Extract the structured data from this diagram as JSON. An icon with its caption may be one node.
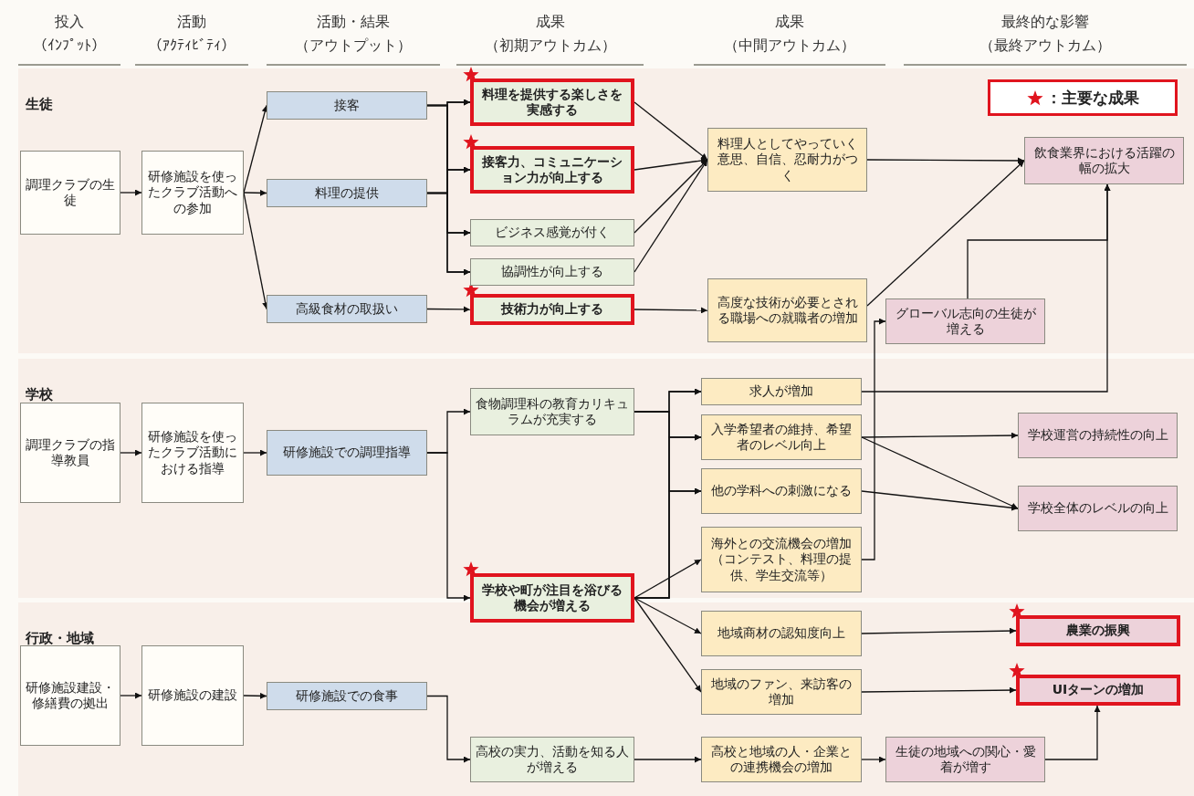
{
  "diagram": {
    "nodes": [
      {
        "text": [
          "生徒"
        ]
      },
      {
        "text": [
          "調理クラブの生徒"
        ],
        "in": 0
      },
      {
        "text": [
          "研修施設を使ったクラブ活動への参加"
        ],
        "in": 0
      },
      {
        "text": [
          "接客"
        ],
        "in": 0
      },
      {
        "text": [
          "料理の提供"
        ],
        "in": 0
      },
      {
        "text": [
          "高級食材の取扱い"
        ],
        "in": 0
      },
      {
        "text": [
          "料理を提供する楽しさを実感する"
        ],
        "in": 0
      },
      {
        "text": [
          "接客力、コミュニケーション力が向上する"
        ],
        "in": 0
      },
      {
        "text": [
          "ビジネス感覚が付く"
        ],
        "in": 0
      },
      {
        "text": [
          "協調性が向上する"
        ],
        "in": 0
      },
      {
        "text": [
          "技術力が向上する"
        ],
        "in": 0
      },
      {
        "text": [
          "料理人としてやっていく意思、自信、忍耐力がつく"
        ],
        "in": 0
      },
      {
        "text": [
          "高度な技術が必要とされる職場への就職者の増加"
        ],
        "in": 0
      },
      {
        "text": [
          "飲食業界における活躍の幅の拡大"
        ],
        "in": 0
      },
      {
        "text": [
          "グローバル志向の生徒が増える"
        ],
        "in": 0
      },
      {
        "text": [
          "学校"
        ]
      },
      {
        "text": [
          "調理クラブの指導教員"
        ],
        "in": 15
      },
      {
        "text": [
          "研修施設を使ったクラブ活動における指導"
        ],
        "in": 15
      },
      {
        "text": [
          "研修施設での調理指導"
        ],
        "in": 15
      },
      {
        "text": [
          "食物調理科の教育カリキュラムが充実する"
        ],
        "in": 15
      },
      {
        "text": [
          "学校や町が注目を浴びる機会が増える"
        ]
      },
      {
        "text": [
          "求人が増加"
        ],
        "in": 15
      },
      {
        "text": [
          "入学希望者の維持、希望者のレベル向上"
        ],
        "in": 15
      },
      {
        "text": [
          "他の学科への刺激になる"
        ],
        "in": 15
      },
      {
        "text": [
          "海外との交流機会の増加（コンテスト、料理の提供、学生交流等）"
        ],
        "in": 15
      },
      {
        "text": [
          "学校運営の持続性の向上"
        ],
        "in": 15
      },
      {
        "text": [
          "学校全体のレベルの向上"
        ],
        "in": 15
      },
      {
        "text": [
          "行政・地域"
        ]
      },
      {
        "text": [
          "研修施設建設・修繕費の拠出"
        ],
        "in": 27
      },
      {
        "text": [
          "研修施設の建設"
        ],
        "in": 27
      },
      {
        "text": [
          "研修施設での食事"
        ],
        "in": 27
      },
      {
        "text": [
          "地域商材の認知度向上"
        ],
        "in": 27
      },
      {
        "text": [
          "地域のファン、来訪客の増加"
        ],
        "in": 27
      },
      {
        "text": [
          "農業の振興"
        ],
        "in": 27
      },
      {
        "text": [
          "UIターンの増加"
        ],
        "in": 27
      },
      {
        "text": [
          "高校の実力、活動を知る人が増える"
        ],
        "in": 27
      },
      {
        "text": [
          "高校と地域の人・企業との連携機会の増加"
        ],
        "in": 27
      },
      {
        "text": [
          "生徒の地域への関心・愛着が増す"
        ],
        "in": 27
      }
    ],
    "edges": [
      {
        "from": 1,
        "to": 2,
        "arrow": "to"
      },
      {
        "from": 2,
        "to": 3,
        "arrow": "to"
      },
      {
        "from": 2,
        "to": 4,
        "arrow": "to"
      },
      {
        "from": 2,
        "to": 5,
        "arrow": "to"
      },
      {
        "from": 3,
        "to": 6,
        "arrow": "to"
      },
      {
        "from": 3,
        "to": 7,
        "arrow": "to"
      },
      {
        "from": 3,
        "to": 8,
        "arrow": "to"
      },
      {
        "from": 3,
        "to": 9,
        "arrow": "to"
      },
      {
        "from": 4,
        "to": 6,
        "arrow": "to"
      },
      {
        "from": 4,
        "to": 7,
        "arrow": "to"
      },
      {
        "from": 4,
        "to": 8,
        "arrow": "to"
      },
      {
        "from": 4,
        "to": 9,
        "arrow": "to"
      },
      {
        "from": 5,
        "to": 10,
        "arrow": "to"
      },
      {
        "from": 6,
        "to": 11,
        "arrow": "to"
      },
      {
        "from": 7,
        "to": 11,
        "arrow": "to"
      },
      {
        "from": 8,
        "to": 11,
        "arrow": "to"
      },
      {
        "from": 9,
        "to": 11,
        "arrow": "to"
      },
      {
        "from": 10,
        "to": 12,
        "arrow": "to"
      },
      {
        "from": 11,
        "to": 13,
        "arrow": "to"
      },
      {
        "from": 12,
        "to": 13,
        "arrow": "to"
      },
      {
        "from": 14,
        "to": 13,
        "arrow": "to"
      },
      {
        "from": 21,
        "to": 13,
        "arrow": "to"
      },
      {
        "from": 24,
        "to": 14,
        "arrow": "to"
      },
      {
        "from": 16,
        "to": 17,
        "arrow": "to"
      },
      {
        "from": 17,
        "to": 18,
        "arrow": "to"
      },
      {
        "from": 18,
        "to": 19,
        "arrow": "to"
      },
      {
        "from": 18,
        "to": 20,
        "arrow": "to"
      },
      {
        "from": 19,
        "to": 21,
        "arrow": "to"
      },
      {
        "from": 19,
        "to": 22,
        "arrow": "to"
      },
      {
        "from": 19,
        "to": 23,
        "arrow": "to"
      },
      {
        "from": 20,
        "to": 21,
        "arrow": "to"
      },
      {
        "from": 20,
        "to": 22,
        "arrow": "to"
      },
      {
        "from": 20,
        "to": 23,
        "arrow": "to"
      },
      {
        "from": 20,
        "to": 24,
        "arrow": "to"
      },
      {
        "from": 20,
        "to": 31,
        "arrow": "to"
      },
      {
        "from": 20,
        "to": 32,
        "arrow": "to"
      },
      {
        "from": 22,
        "to": 25,
        "arrow": "to"
      },
      {
        "from": 22,
        "to": 26,
        "arrow": "to"
      },
      {
        "from": 23,
        "to": 26,
        "arrow": "to"
      },
      {
        "from": 31,
        "to": 33,
        "arrow": "to"
      },
      {
        "from": 32,
        "to": 34,
        "arrow": "to"
      },
      {
        "from": 37,
        "to": 34,
        "arrow": "to"
      },
      {
        "from": 28,
        "to": 29,
        "arrow": "to"
      },
      {
        "from": 29,
        "to": 30,
        "arrow": "to"
      },
      {
        "from": 30,
        "to": 35,
        "arrow": "to"
      },
      {
        "from": 35,
        "to": 36,
        "arrow": "to"
      },
      {
        "from": 36,
        "to": 37,
        "arrow": "to"
      }
    ],
    "labels": [
      "投入",
      "（ｲﾝﾌﾟｯﾄ）",
      "活動",
      "（ｱｸﾃｨﾋﾞﾃｨ）",
      "活動・結果",
      "（アウトプット）",
      "成果",
      "（初期アウトカム）",
      "成果",
      "（中間アウトカム）",
      "最終的な影響",
      "（最終アウトカム）"
    ],
    "legend": [
      {
        "text": "：主要な成果"
      }
    ]
  }
}
